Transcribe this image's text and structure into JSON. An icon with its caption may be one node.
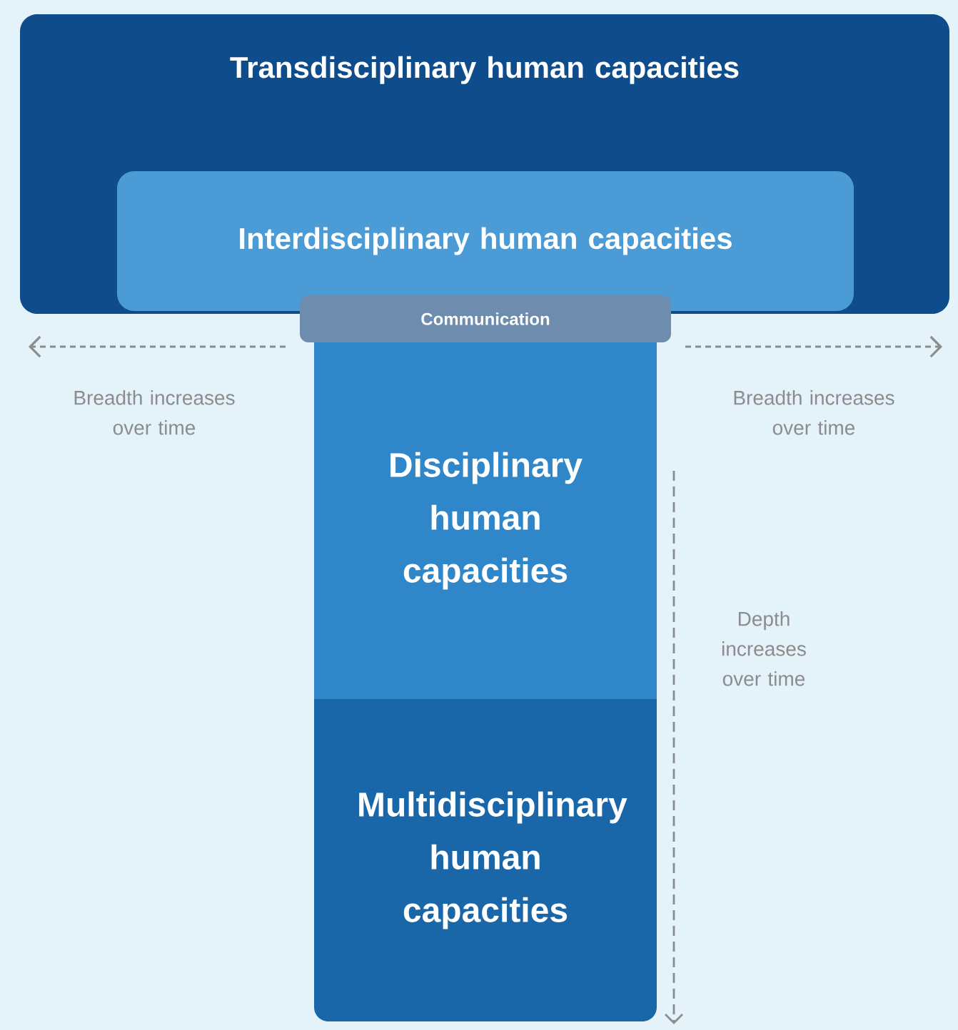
{
  "diagram": {
    "nodes": [
      {
        "text": [
          "Transdisciplinary human capacities"
        ]
      },
      {
        "text": [
          "Interdisciplinary human capacities"
        ],
        "in": 0
      },
      {
        "text": [
          "Communication"
        ]
      },
      {
        "text": [
          "Disciplinary human capacities"
        ]
      },
      {
        "text": [
          "Multidisciplinary human capacities"
        ]
      }
    ],
    "labels": [
      "Breadth increases over time",
      "Breadth increases over time",
      "Depth increases over time"
    ]
  }
}
